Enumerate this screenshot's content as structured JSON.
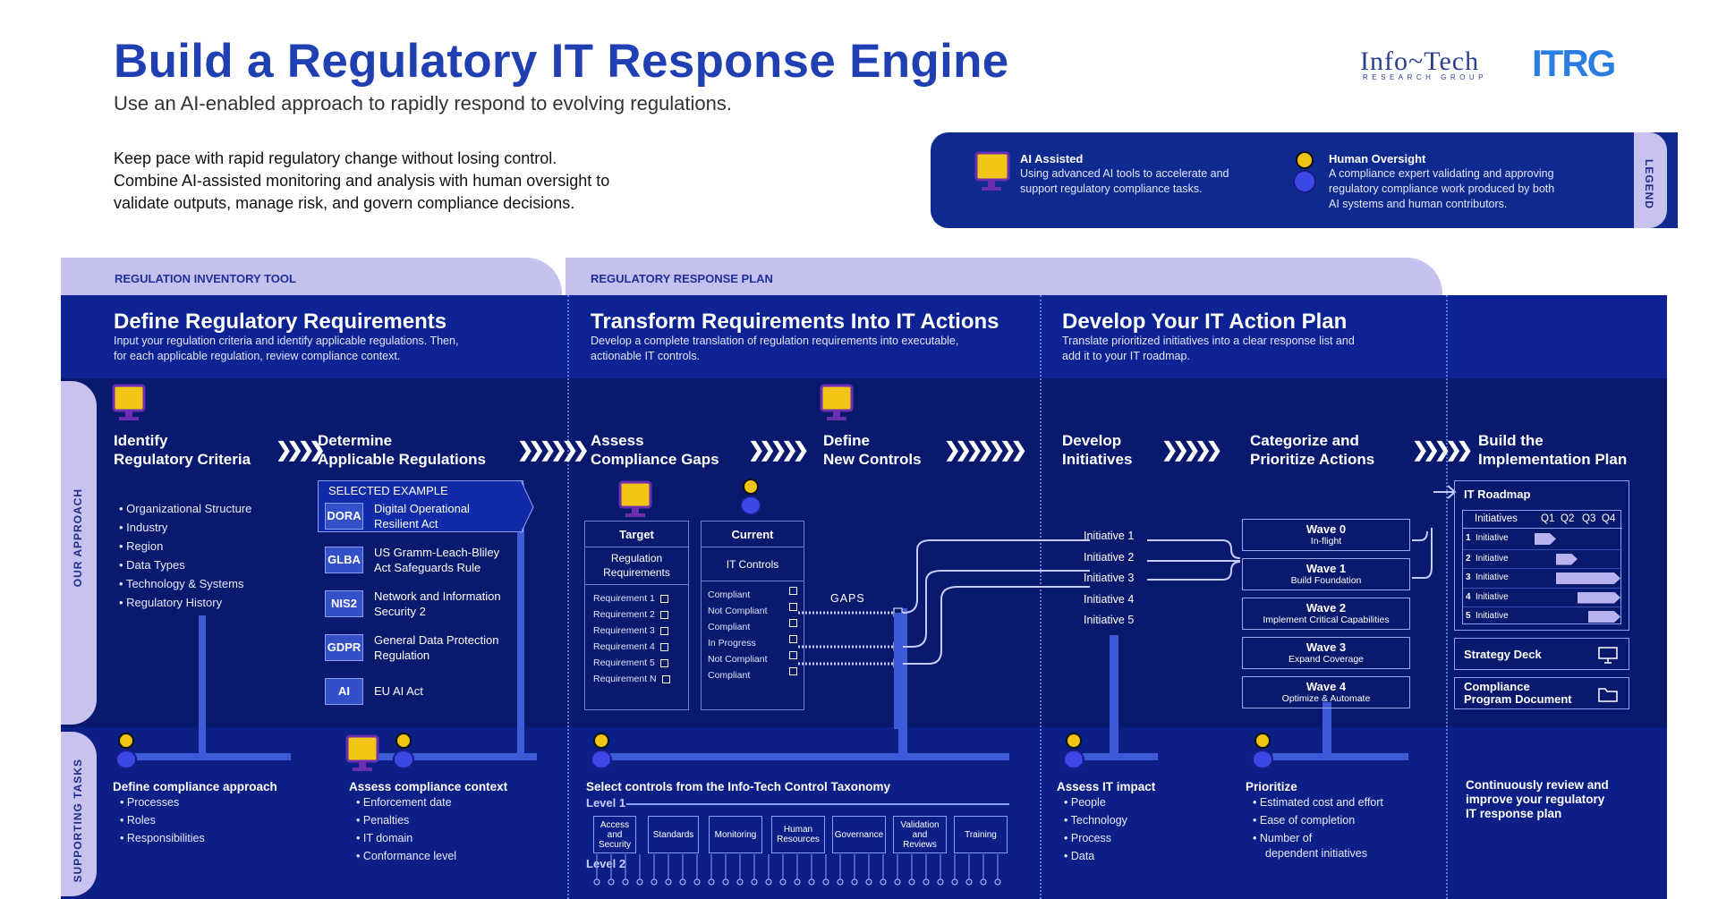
{
  "header": {
    "title": "Build a Regulatory IT Response Engine",
    "subtitle": "Use an AI-enabled approach to rapidly respond to evolving regulations.",
    "intro": [
      "Keep pace with rapid regulatory change without losing control.",
      "Combine AI-assisted monitoring and analysis with human oversight to",
      "validate outputs, manage risk, and govern compliance decisions."
    ],
    "logo_infotech": "Info~Tech",
    "logo_infotech_sub": "RESEARCH GROUP",
    "logo_itrg": "ITRG"
  },
  "legend": {
    "tab": "LEGEND",
    "ai_title": "AI Assisted",
    "ai_desc_1": "Using advanced AI tools to accelerate and",
    "ai_desc_2": "support regulatory compliance tasks.",
    "human_title": "Human Oversight",
    "human_desc_1": "A compliance expert validating and approving",
    "human_desc_2": "regulatory compliance work produced by both",
    "human_desc_3": "AI systems and human contributors."
  },
  "tabs": {
    "inventory": "REGULATION INVENTORY TOOL",
    "response": "REGULATORY RESPONSE PLAN"
  },
  "side_tabs": {
    "approach": "OUR APPROACH",
    "support": "SUPPORTING TASKS"
  },
  "phases": [
    {
      "title": "Define Regulatory Requirements",
      "desc_1": "Input your regulation criteria and identify applicable regulations. Then,",
      "desc_2": "for each applicable regulation, review compliance context."
    },
    {
      "title": "Transform Requirements Into IT Actions",
      "desc_1": "Develop a complete translation of regulation requirements into executable,",
      "desc_2": "actionable IT controls."
    },
    {
      "title": "Develop Your IT Action Plan",
      "desc_1": "Translate prioritized initiatives into a clear response list and",
      "desc_2": "add it to your IT roadmap."
    }
  ],
  "steps": {
    "identify_1": "Identify",
    "identify_2": "Regulatory Criteria",
    "determine_1": "Determine",
    "determine_2": "Applicable Regulations",
    "assess_1": "Assess",
    "assess_2": "Compliance Gaps",
    "define_1": "Define",
    "define_2": "New Controls",
    "develop_1": "Develop",
    "develop_2": "Initiatives",
    "categorize_1": "Categorize and",
    "categorize_2": "Prioritize Actions",
    "build_1": "Build the",
    "build_2": "Implementation Plan"
  },
  "criteria": [
    "Organizational Structure",
    "Industry",
    "Region",
    "Data Types",
    "Technology & Systems",
    "Regulatory History"
  ],
  "selected_example": "SELECTED EXAMPLE",
  "regulations": [
    {
      "code": "DORA",
      "name_1": "Digital Operational",
      "name_2": "Resilient Act"
    },
    {
      "code": "GLBA",
      "name_1": "US Gramm-Leach-Bliley",
      "name_2": "Act Safeguards Rule"
    },
    {
      "code": "NIS2",
      "name_1": "Network and Information",
      "name_2": "Security 2"
    },
    {
      "code": "GDPR",
      "name_1": "General Data Protection",
      "name_2": "Regulation"
    },
    {
      "code": "AI",
      "name_1": "EU AI Act",
      "name_2": ""
    }
  ],
  "target": {
    "header": "Target",
    "sub_1": "Regulation",
    "sub_2": "Requirements",
    "rows": [
      "Requirement 1",
      "Requirement 2",
      "Requirement 3",
      "Requirement 4",
      "Requirement 5",
      "Requirement N"
    ]
  },
  "current": {
    "header": "Current",
    "sub": "IT Controls",
    "rows": [
      "Compliant",
      "Not Compliant",
      "Compliant",
      "In Progress",
      "Not Compliant",
      "Compliant"
    ]
  },
  "gaps_label": "GAPS",
  "initiatives": [
    "Initiative 1",
    "Initiative 2",
    "Initiative 3",
    "Initiative 4",
    "Initiative 5"
  ],
  "waves": [
    {
      "name": "Wave 0",
      "desc": "In-flight"
    },
    {
      "name": "Wave 1",
      "desc": "Build Foundation"
    },
    {
      "name": "Wave 2",
      "desc": "Implement Critical Capabilities"
    },
    {
      "name": "Wave 3",
      "desc": "Expand Coverage"
    },
    {
      "name": "Wave 4",
      "desc": "Optimize & Automate"
    }
  ],
  "roadmap": {
    "title": "IT Roadmap",
    "col_initiatives": "Initiatives",
    "q1": "Q1",
    "q2": "Q2",
    "q3": "Q3",
    "q4": "Q4",
    "rows": [
      {
        "num": "1",
        "label": "Initiative",
        "start": 0,
        "end": 1
      },
      {
        "num": "2",
        "label": "Initiative",
        "start": 1,
        "end": 2
      },
      {
        "num": "3",
        "label": "Initiative",
        "start": 1,
        "end": 4
      },
      {
        "num": "4",
        "label": "Initiative",
        "start": 2,
        "end": 4
      },
      {
        "num": "5",
        "label": "Initiative",
        "start": 2.5,
        "end": 4
      }
    ]
  },
  "docs": {
    "strategy": "Strategy Deck",
    "compliance_1": "Compliance",
    "compliance_2": "Program Document"
  },
  "support": {
    "define_title": "Define compliance approach",
    "define_items": [
      "Processes",
      "Roles",
      "Responsibilities"
    ],
    "assess_title": "Assess compliance context",
    "assess_items": [
      "Enforcement date",
      "Penalties",
      "IT domain",
      "Conformance level"
    ],
    "select_title": "Select controls from the Info-Tech Control Taxonomy",
    "level1": "Level 1",
    "level2": "Level 2",
    "taxonomy": [
      {
        "l1": "Access",
        "l2": "and",
        "l3": "Security"
      },
      {
        "l1": "Standards",
        "l2": "",
        "l3": ""
      },
      {
        "l1": "Monitoring",
        "l2": "",
        "l3": ""
      },
      {
        "l1": "Human",
        "l2": "Resources",
        "l3": ""
      },
      {
        "l1": "Governance",
        "l2": "",
        "l3": ""
      },
      {
        "l1": "Validation",
        "l2": "and",
        "l3": "Reviews"
      },
      {
        "l1": "Training",
        "l2": "",
        "l3": ""
      }
    ],
    "impact_title": "Assess IT impact",
    "impact_items": [
      "People",
      "Technology",
      "Process",
      "Data"
    ],
    "prioritize_title": "Prioritize",
    "prioritize_items": [
      "Estimated cost and effort",
      "Ease of completion",
      "Number of",
      "dependent initiatives"
    ],
    "review_1": "Continuously review and",
    "review_2": "improve your regulatory",
    "review_3": "IT response plan"
  },
  "colors": {
    "brand_blue": "#1f3fb2",
    "band": "#0d2394",
    "main": "#08196e",
    "lavender": "#c5c1ef",
    "ai_yellow": "#f2c416"
  }
}
